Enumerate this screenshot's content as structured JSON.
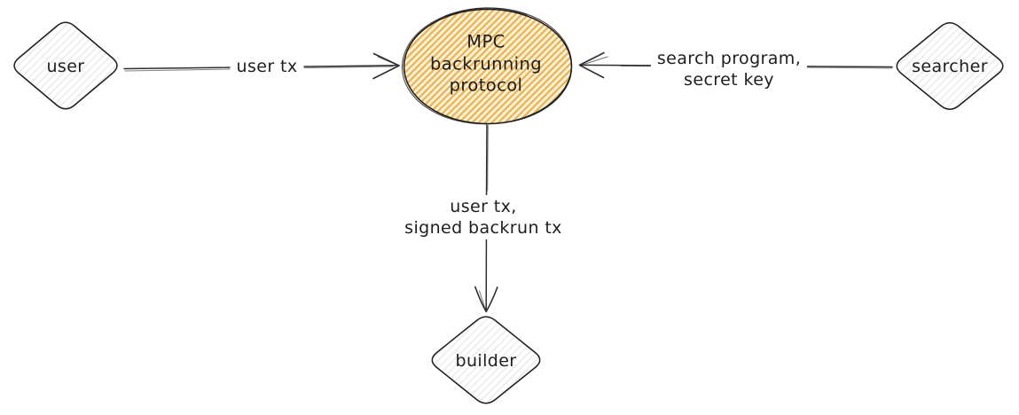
{
  "diagram": {
    "nodes": {
      "user": {
        "label": "user",
        "shape": "diamond"
      },
      "mpc": {
        "lines": [
          "MPC",
          "backrunning",
          "protocol"
        ],
        "shape": "ellipse"
      },
      "searcher": {
        "label": "searcher",
        "shape": "diamond"
      },
      "builder": {
        "label": "builder",
        "shape": "diamond"
      }
    },
    "edges": {
      "user_to_mpc": {
        "label": "user tx"
      },
      "searcher_to_mpc": {
        "lines": [
          "search program,",
          "secret key"
        ]
      },
      "mpc_to_builder": {
        "lines": [
          "user tx,",
          "signed backrun tx"
        ]
      }
    },
    "colors": {
      "stroke": "#1e1e1e",
      "arrow": "#2e2e2e",
      "ellipse_hatch": "#efb24f",
      "ellipse_base": "#fdf4dd",
      "diamond_hatch": "#e9ecef",
      "diamond_base": "#ffffff",
      "background": "#ffffff"
    }
  }
}
